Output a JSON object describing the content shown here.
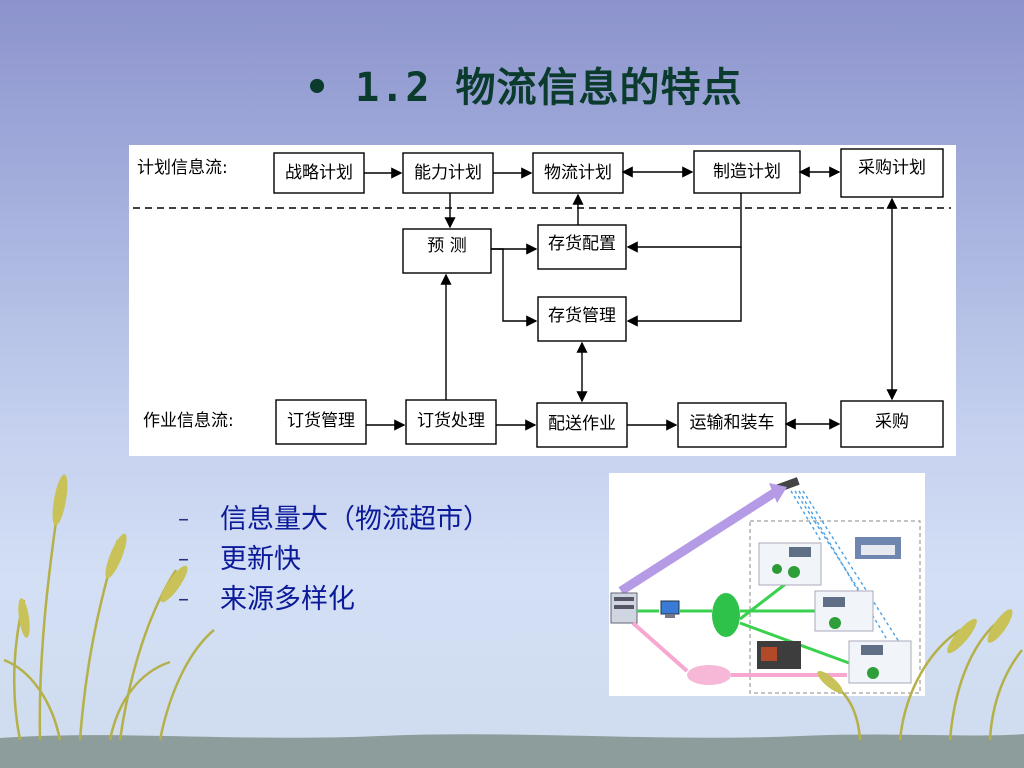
{
  "slide": {
    "title": "• 1.2 物流信息的特点"
  },
  "flow": {
    "row_labels": [
      "计划信息流:",
      "作业信息流:"
    ],
    "planning_boxes": [
      "战略计划",
      "能力计划",
      "物流计划",
      "制造计划",
      "采购计划"
    ],
    "middle_boxes": [
      "预  测",
      "存货配置",
      "存货管理"
    ],
    "operation_boxes": [
      "订货管理",
      "订货处理",
      "配送作业",
      "运输和装车",
      "采购"
    ]
  },
  "bullets": {
    "dash": "–",
    "items": [
      "信息量大（物流超市）",
      "更新快",
      "来源多样化"
    ]
  },
  "colors": {
    "title": "#0b3b2c",
    "bullet_text": "#0b1a99",
    "background_top": "#8c93cd",
    "background_bottom": "#d3dff5"
  },
  "icons": [
    "satellite-icon",
    "server-icon",
    "computer-icon",
    "network-cloud-icon",
    "truck-icon",
    "person-icon",
    "barley-icon"
  ]
}
